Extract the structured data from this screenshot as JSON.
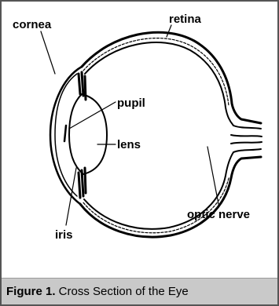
{
  "labels": {
    "cornea": "cornea",
    "retina": "retina",
    "pupil": "pupil",
    "lens": "lens",
    "iris": "iris",
    "optic_nerve": "optic nerve"
  },
  "caption": {
    "prefix": "Figure 1.",
    "text": " Cross Section of the Eye"
  },
  "colors": {
    "ink": "#000000",
    "caption_background": "#c9c9c9",
    "frame": "#555555"
  }
}
